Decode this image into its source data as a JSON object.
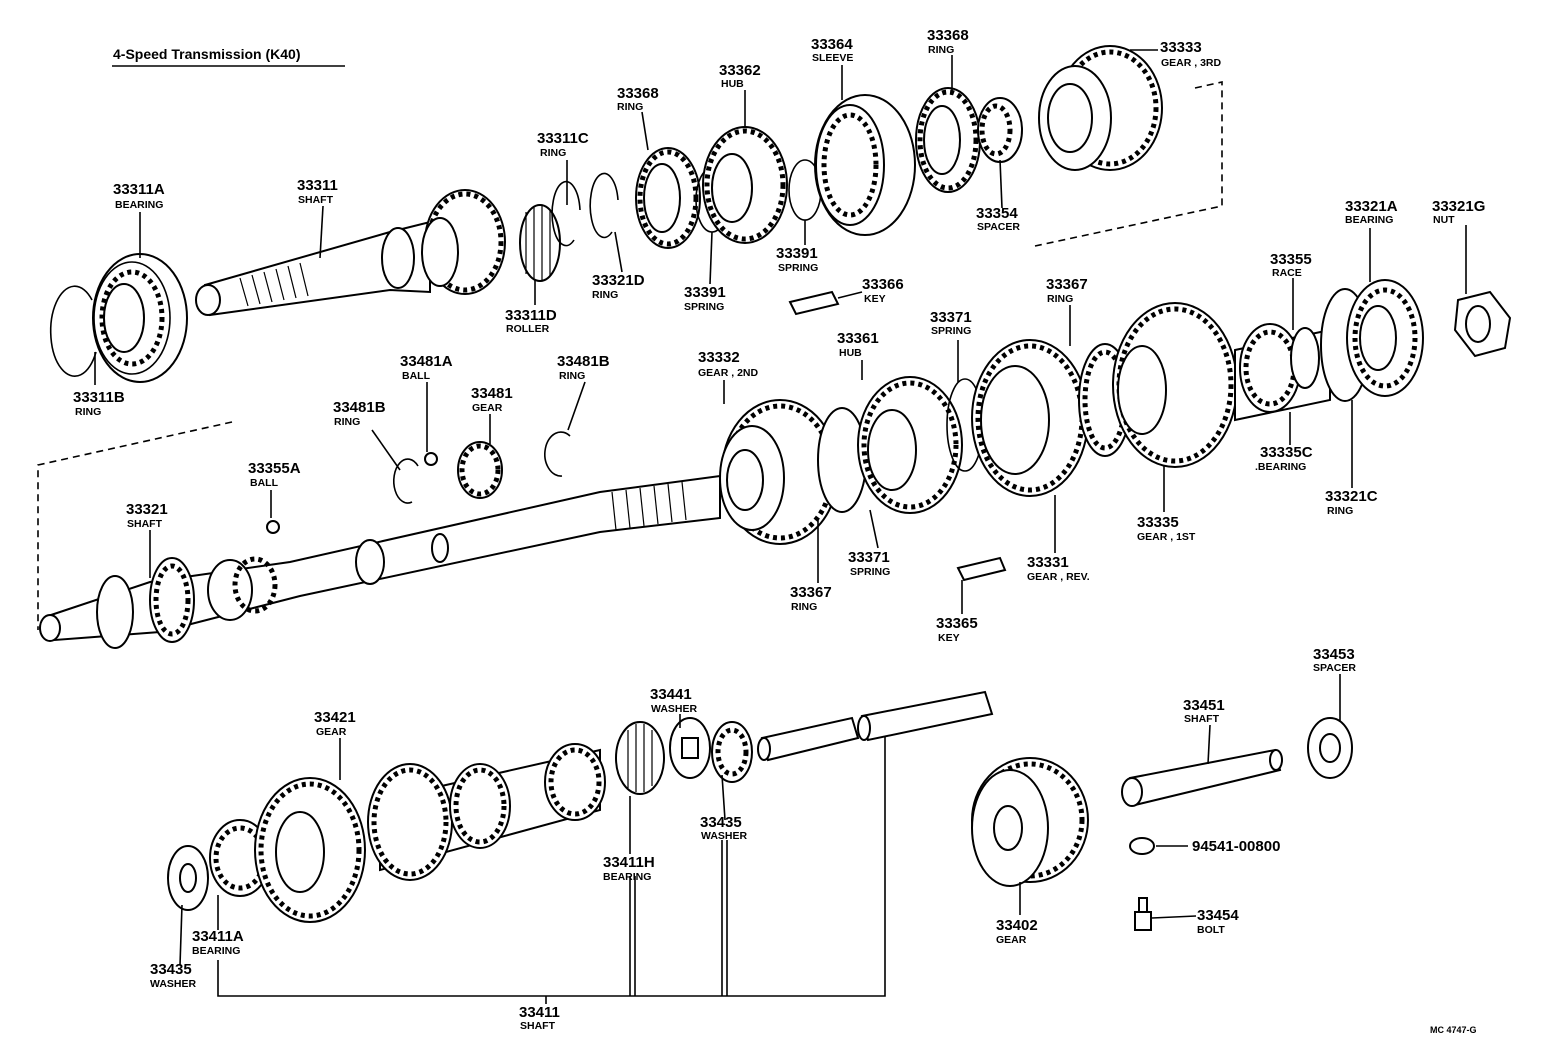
{
  "title": "4-Speed Transmission (K40)",
  "drawing_code": "MC 4747-G",
  "callouts": {
    "c33311A": {
      "number": "33311A",
      "desc": "BEARING"
    },
    "c33311": {
      "number": "33311",
      "desc": "SHAFT"
    },
    "c33311B": {
      "number": "33311B",
      "desc": "RING"
    },
    "c33311D": {
      "number": "33311D",
      "desc": "ROLLER"
    },
    "c33311C": {
      "number": "33311C",
      "desc": "RING"
    },
    "c33321D": {
      "number": "33321D",
      "desc": "RING"
    },
    "c33368a": {
      "number": "33368",
      "desc": "RING"
    },
    "c33391a": {
      "number": "33391",
      "desc": "SPRING"
    },
    "c33362": {
      "number": "33362",
      "desc": "HUB"
    },
    "c33391b": {
      "number": "33391",
      "desc": "SPRING"
    },
    "c33364": {
      "number": "33364",
      "desc": "SLEEVE"
    },
    "c33368b": {
      "number": "33368",
      "desc": "RING"
    },
    "c33354": {
      "number": "33354",
      "desc": "SPACER"
    },
    "c33333": {
      "number": "33333",
      "desc": "GEAR , 3RD"
    },
    "c33366": {
      "number": "33366",
      "desc": "KEY"
    },
    "c33321A": {
      "number": "33321A",
      "desc": "BEARING"
    },
    "c33321G": {
      "number": "33321G",
      "desc": "NUT"
    },
    "c33355": {
      "number": "33355",
      "desc": "RACE"
    },
    "c33367a": {
      "number": "33367",
      "desc": "RING"
    },
    "c33371a": {
      "number": "33371",
      "desc": "SPRING"
    },
    "c33361": {
      "number": "33361",
      "desc": "HUB"
    },
    "c33332": {
      "number": "33332",
      "desc": "GEAR , 2ND"
    },
    "c33481B1": {
      "number": "33481B",
      "desc": "RING"
    },
    "c33481A": {
      "number": "33481A",
      "desc": "BALL"
    },
    "c33481": {
      "number": "33481",
      "desc": "GEAR"
    },
    "c33481B2": {
      "number": "33481B",
      "desc": "RING"
    },
    "c33355A": {
      "number": "33355A",
      "desc": "BALL"
    },
    "c33321": {
      "number": "33321",
      "desc": "SHAFT"
    },
    "c33335C": {
      "number": "33335C",
      "desc": ".BEARING"
    },
    "c33321C": {
      "number": "33321C",
      "desc": "RING"
    },
    "c33335": {
      "number": "33335",
      "desc": "GEAR , 1ST"
    },
    "c33331": {
      "number": "33331",
      "desc": "GEAR , REV."
    },
    "c33371b": {
      "number": "33371",
      "desc": "SPRING"
    },
    "c33367b": {
      "number": "33367",
      "desc": "RING"
    },
    "c33365": {
      "number": "33365",
      "desc": "KEY"
    },
    "c33421": {
      "number": "33421",
      "desc": "GEAR"
    },
    "c33441": {
      "number": "33441",
      "desc": "WASHER"
    },
    "c33435a": {
      "number": "33435",
      "desc": "WASHER"
    },
    "c33411H": {
      "number": "33411H",
      "desc": "BEARING"
    },
    "c33411A": {
      "number": "33411A",
      "desc": "BEARING"
    },
    "c33435b": {
      "number": "33435",
      "desc": "WASHER"
    },
    "c33411": {
      "number": "33411",
      "desc": "SHAFT"
    },
    "c33402": {
      "number": "33402",
      "desc": "GEAR"
    },
    "c33451": {
      "number": "33451",
      "desc": "SHAFT"
    },
    "c33453": {
      "number": "33453",
      "desc": "SPACER"
    },
    "c94541": {
      "number": "94541-00800",
      "desc": ""
    },
    "c33454": {
      "number": "33454",
      "desc": "BOLT"
    }
  }
}
